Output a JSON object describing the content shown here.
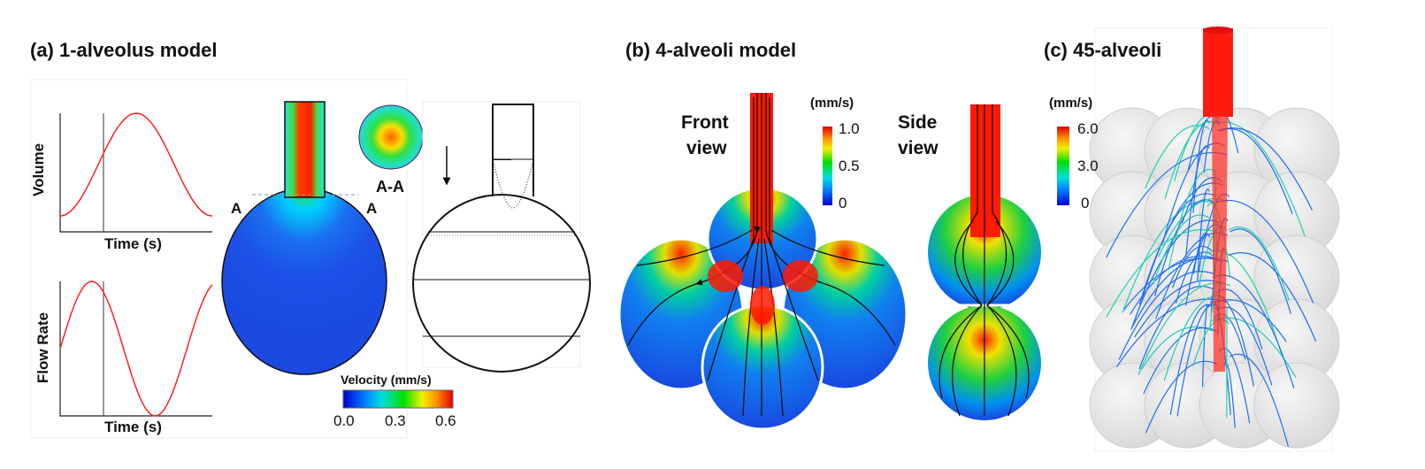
{
  "panel_a": {
    "title": "(a) 1-alveolus model",
    "volume_plot": {
      "ylabel": "Volume",
      "xlabel": "Time (s)"
    },
    "flow_plot": {
      "ylabel": "Flow Rate",
      "xlabel": "Time (s)"
    },
    "section_label_left": "A",
    "section_label_right": "A",
    "section_title": "A-A",
    "colorbar": {
      "title": "Velocity (mm/s)",
      "ticks": [
        "0.0",
        "0.3",
        "0.6"
      ]
    }
  },
  "panel_b": {
    "title": "(b) 4-alveoli model",
    "front_label_1": "Front",
    "front_label_2": "view",
    "side_label_1": "Side",
    "side_label_2": "view",
    "colorbar_front": {
      "unit": "(mm/s)",
      "ticks": [
        "1.0",
        "0.5",
        "0"
      ]
    },
    "colorbar_side": {
      "unit": "(mm/s)",
      "ticks": [
        "6.0",
        "3.0",
        "0"
      ]
    }
  },
  "panel_c": {
    "title": "(c) 45-alveoli"
  },
  "colors": {
    "flow_red": "#ff0000",
    "low_blue": "#1f4fe0",
    "curve": "#ff2020"
  }
}
